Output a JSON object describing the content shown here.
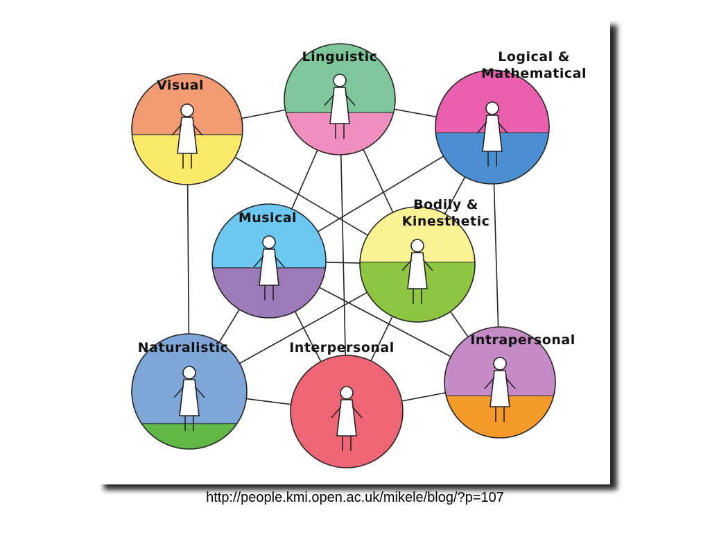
{
  "nodes": [
    {
      "id": "linguistic",
      "label": [
        "Linguistic"
      ],
      "top": "#7fc79b",
      "bottom": "#ef8fbf",
      "split": 0.62
    },
    {
      "id": "visual",
      "label": [
        "Visual"
      ],
      "top": "#f29a72",
      "bottom": "#fbe96a",
      "split": 0.55
    },
    {
      "id": "logical",
      "label": [
        "Logical &",
        "Mathematical"
      ],
      "top": "#ea5fae",
      "bottom": "#4b8fd2",
      "split": 0.55
    },
    {
      "id": "musical",
      "label": [
        "Musical"
      ],
      "top": "#6cc8f0",
      "bottom": "#9d7ab8",
      "split": 0.56
    },
    {
      "id": "bodily",
      "label": [
        "Bodily &",
        "Kinesthetic"
      ],
      "top": "#fbf394",
      "bottom": "#8ec641",
      "split": 0.48
    },
    {
      "id": "naturalistic",
      "label": [
        "Naturalistic"
      ],
      "top": "#7ea7d8",
      "bottom": "#62b847",
      "split": 0.78
    },
    {
      "id": "interpersonal",
      "label": [
        "Interpersonal"
      ],
      "top": "#ee6676",
      "bottom": "#ee6676",
      "split": 1.0
    },
    {
      "id": "intrapersonal",
      "label": [
        "Intrapersonal"
      ],
      "top": "#c48bc6",
      "bottom": "#f59a2b",
      "split": 0.62
    }
  ],
  "edges": [
    [
      "linguistic",
      "visual"
    ],
    [
      "linguistic",
      "logical"
    ],
    [
      "linguistic",
      "musical"
    ],
    [
      "linguistic",
      "bodily"
    ],
    [
      "linguistic",
      "interpersonal"
    ],
    [
      "visual",
      "bodily"
    ],
    [
      "visual",
      "naturalistic"
    ],
    [
      "logical",
      "musical"
    ],
    [
      "logical",
      "bodily"
    ],
    [
      "logical",
      "intrapersonal"
    ],
    [
      "musical",
      "bodily"
    ],
    [
      "musical",
      "naturalistic"
    ],
    [
      "musical",
      "interpersonal"
    ],
    [
      "musical",
      "intrapersonal"
    ],
    [
      "bodily",
      "naturalistic"
    ],
    [
      "bodily",
      "interpersonal"
    ],
    [
      "bodily",
      "intrapersonal"
    ],
    [
      "naturalistic",
      "interpersonal"
    ],
    [
      "interpersonal",
      "intrapersonal"
    ]
  ],
  "caption": "http://people.kmi.open.ac.uk/mikele/blog/?p=107"
}
